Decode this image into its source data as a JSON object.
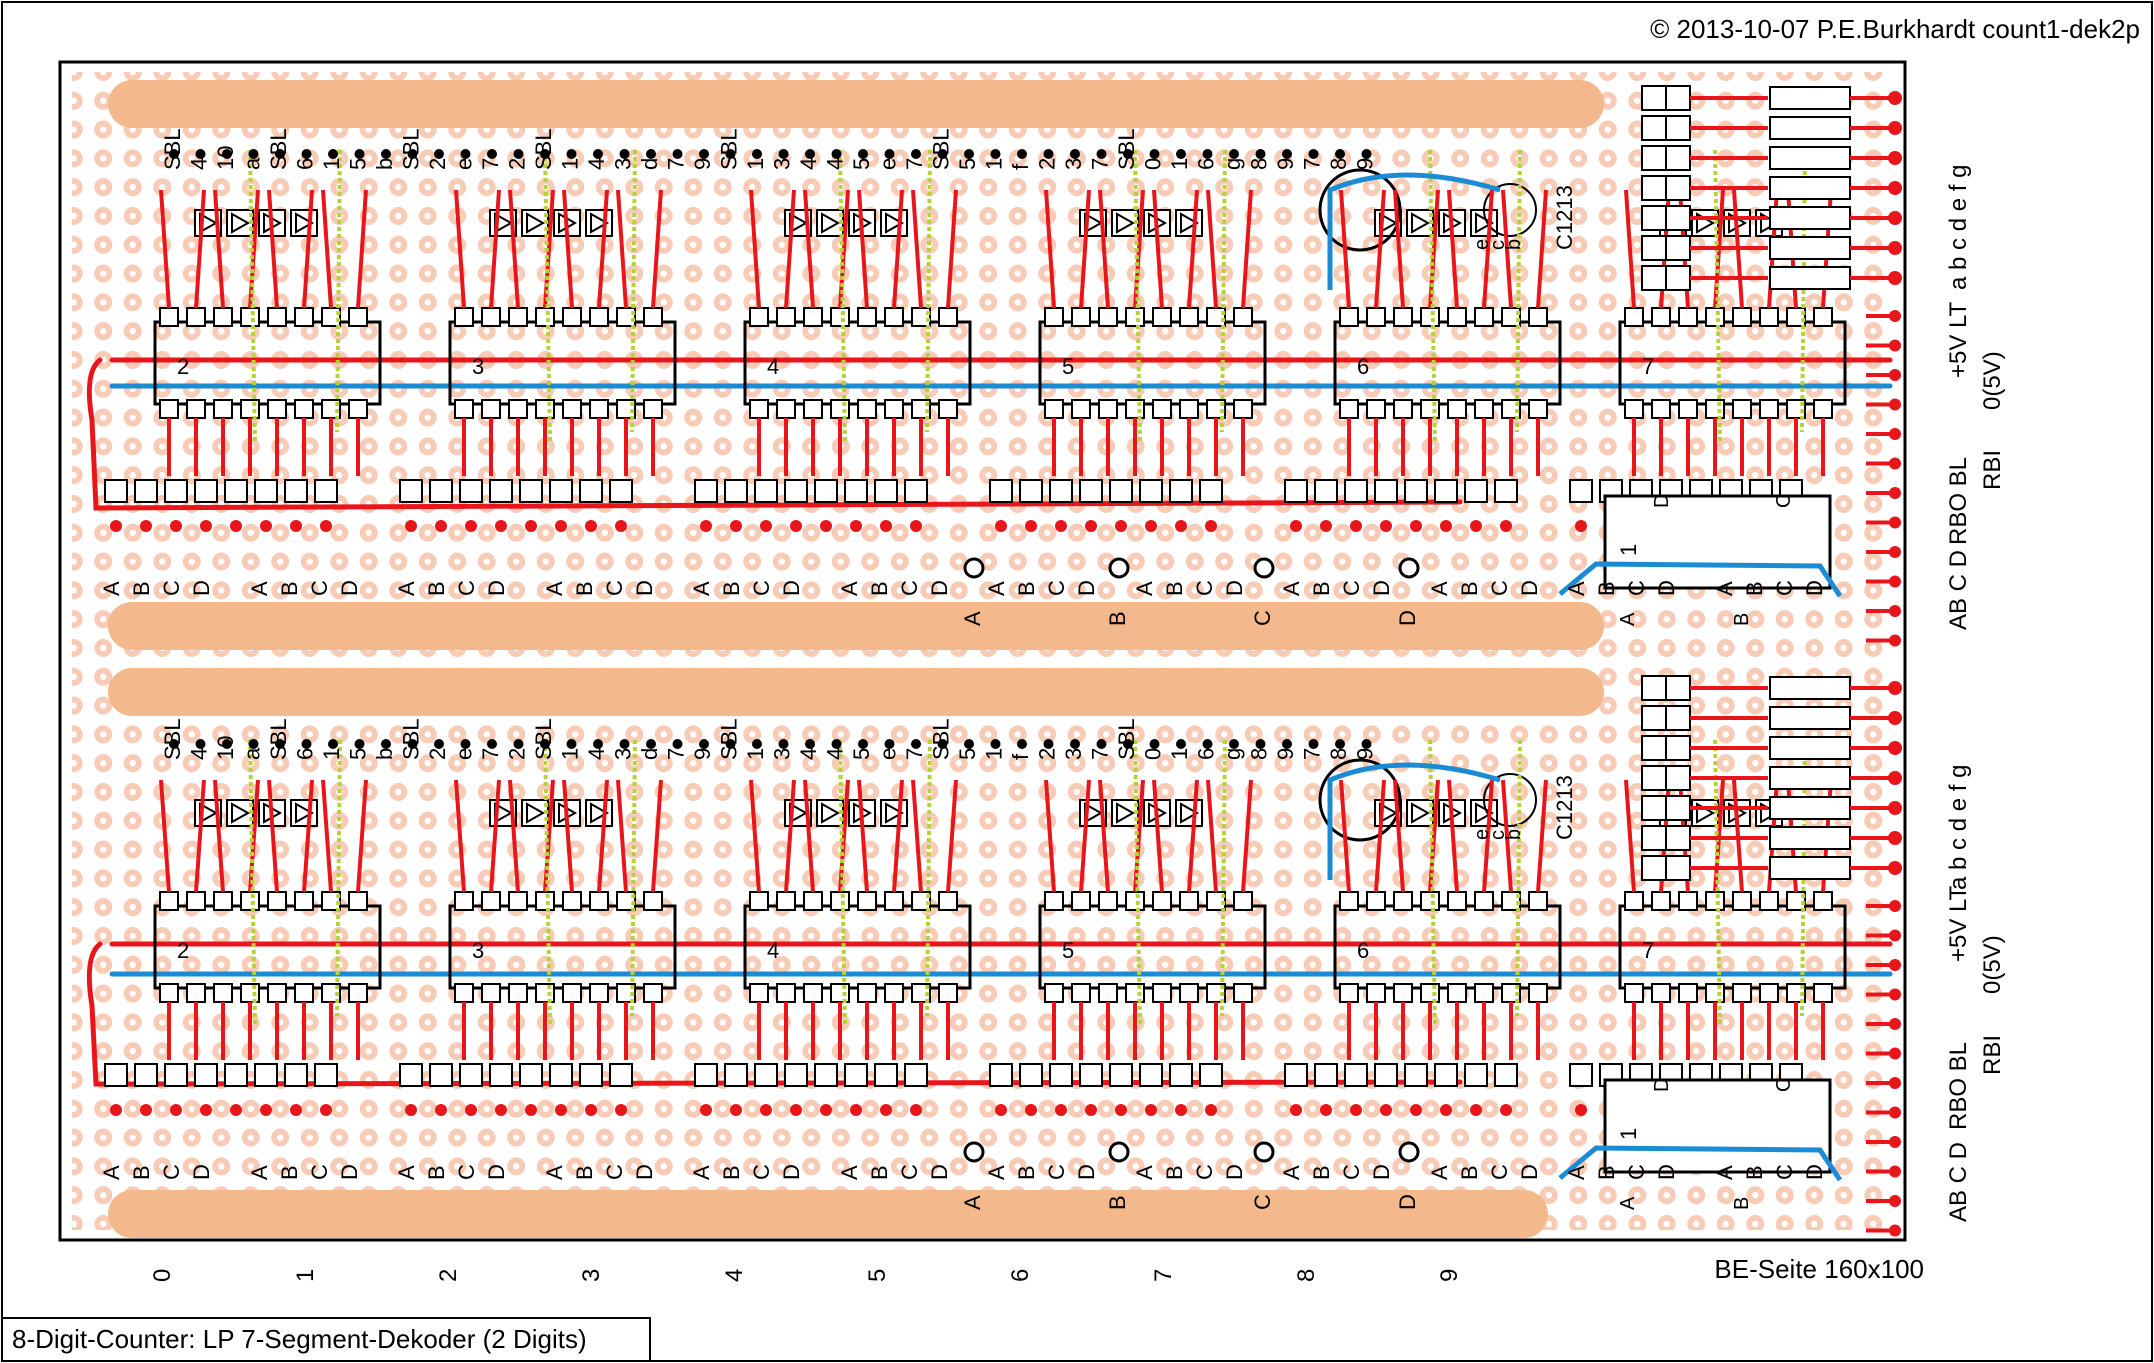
{
  "header": {
    "copyright": "© 2013-10-07 P.E.Burkhardt count1-dek2p"
  },
  "footer": {
    "caption": "8-Digit-Counter: LP 7-Segment-Dekoder (2 Digits)",
    "board_label": "BE-Seite 160x100"
  },
  "digit_columns": [
    "0",
    "1",
    "2",
    "3",
    "4",
    "5",
    "6",
    "7",
    "8",
    "9"
  ],
  "chips": [
    "2",
    "3",
    "4",
    "5",
    "6",
    "7"
  ],
  "decoder_chip": "1",
  "top_pin_labels": [
    "SBL",
    "4",
    "10",
    "a",
    "SBL",
    "6",
    "1",
    "5",
    "b",
    "SBL",
    "2",
    "e",
    "7",
    "2",
    "SBL",
    "1",
    "4",
    "3",
    "d",
    "7",
    "9",
    "SBL",
    "1",
    "3",
    "4",
    "4",
    "5",
    "e",
    "7",
    "SBL",
    "5",
    "1",
    "f",
    "2",
    "3",
    "7",
    "SBL",
    "0",
    "1",
    "6",
    "g",
    "8",
    "9",
    "7",
    "8",
    "9"
  ],
  "bottom_pin_labels": [
    "A",
    "B",
    "C",
    "D",
    "A",
    "B",
    "C",
    "D",
    "A",
    "B",
    "C",
    "D",
    "A",
    "B",
    "C",
    "D",
    "A",
    "B",
    "C",
    "D",
    "A",
    "B",
    "C",
    "D",
    "A",
    "B",
    "C",
    "D",
    "A",
    "B",
    "C",
    "D",
    "A",
    "B",
    "C",
    "D",
    "A",
    "B",
    "C",
    "D"
  ],
  "inverted_labels": [
    "A",
    "B",
    "C",
    "D"
  ],
  "transistor_labels": [
    "C1213",
    "e",
    "c",
    "b"
  ],
  "decoder_pin_labels": [
    "D",
    "C",
    "A",
    "B"
  ],
  "right_side": {
    "segments": "a b c d e f g",
    "lamp_test": "+5V LT",
    "ground": "0(5V)",
    "blanking": "RBO BL",
    "rbi": "RBI",
    "inputs": "AB C D"
  },
  "colors": {
    "pad": "#f5c6ae",
    "strip": "#f3bc92",
    "trace_red": "#e8151b",
    "trace_blue": "#1b8bd4",
    "trace_green": "#b5d334"
  }
}
